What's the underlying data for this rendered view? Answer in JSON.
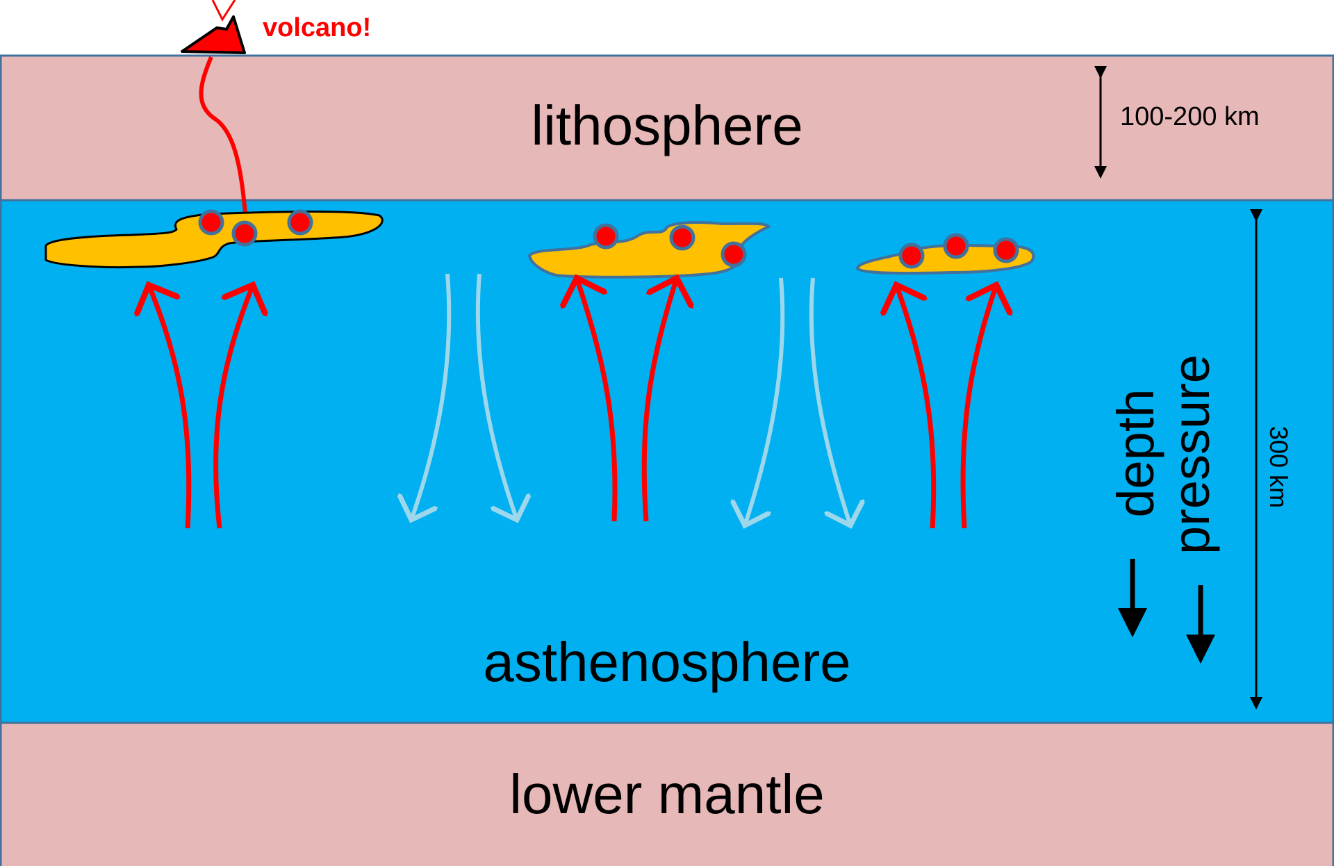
{
  "volcano": {
    "label": "volcano!"
  },
  "layers": {
    "lithosphere": {
      "label": "lithosphere",
      "color": "#e6b8b7"
    },
    "asthenosphere": {
      "label": "asthenosphere",
      "color": "#00b0f0"
    },
    "lower_mantle": {
      "label": "lower mantle",
      "color": "#e6b8b7"
    }
  },
  "scales": {
    "lithosphere_thickness": "100-200 km",
    "asthenosphere_thickness": "300 km"
  },
  "axis_labels": {
    "depth": "depth",
    "pressure": "pressure"
  },
  "colors": {
    "border": "#41719c",
    "magma": "#ffc000",
    "melt_droplet": "#ff0000",
    "rising_arrow": "#ff0000",
    "sinking_arrow": "#9dd7ec",
    "text": "#000000",
    "volcano_text": "#ff0000"
  },
  "icons": {
    "volcano": "volcano-icon",
    "rising_flow": "arrow-up-icon",
    "sinking_flow": "arrow-down-icon"
  }
}
